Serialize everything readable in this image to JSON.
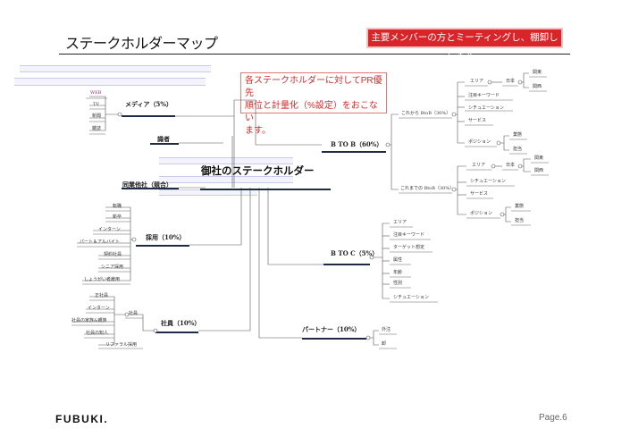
{
  "header": {
    "title": "ステークホルダーマップ",
    "banner": "主要メンバーの方とミーティングし、棚卸しします。"
  },
  "note": {
    "lines": [
      "各ステークホルダーに対してPR優先",
      "順位と計量化（%設定）をおこない",
      "ます。"
    ]
  },
  "map": {
    "center": "御社のステークホルダー",
    "media": {
      "label": "メディア（5%）",
      "web": "WEB",
      "tv": "TV",
      "newspaper": "新聞",
      "magazine": "雑誌"
    },
    "experts": {
      "label": "識者"
    },
    "industry": {
      "label": "同業他社（競合）"
    },
    "recruit": {
      "label": "採用（10%）",
      "items": [
        "転職",
        "新卒",
        "インターン",
        "パート＆アルバイト",
        "契約社員",
        "シニア採用",
        "しょうがい者雇用"
      ]
    },
    "employees": {
      "label": "社員（10%）",
      "sub": "社員",
      "items": [
        "正社員",
        "インターン",
        "社員の家族&親族",
        "社員の知人",
        "リファラル採用"
      ]
    },
    "btob": {
      "label": "B TO B（60%）",
      "future": {
        "label": "これから BtoB（30%）",
        "area": "エリア",
        "japan": "日本",
        "kanto": "関東",
        "kansai": "関西",
        "keyword": "注目キーワード",
        "situation": "シチュエーション",
        "service": "サービス",
        "position": "ポジション",
        "industry_type": "業態",
        "role": "担当"
      },
      "past": {
        "label": "これまでの BtoB（30%）",
        "area": "エリア",
        "japan": "日本",
        "kanto": "関東",
        "kansai": "関西",
        "situation": "シチュエーション",
        "service": "サービス",
        "position": "ポジション",
        "industry_type": "業態",
        "role": "担当"
      }
    },
    "btoc": {
      "label": "B TO C（5%）",
      "items": [
        "エリア",
        "注目キーワード",
        "ターゲット想定",
        "属性",
        "年齢",
        "性別",
        "シチュエーション"
      ]
    },
    "partner": {
      "label": "パートナー（10%）",
      "items": [
        "外注",
        "卸"
      ]
    }
  },
  "footer": {
    "logo": "FUBUKI.",
    "page": "Page.6"
  }
}
